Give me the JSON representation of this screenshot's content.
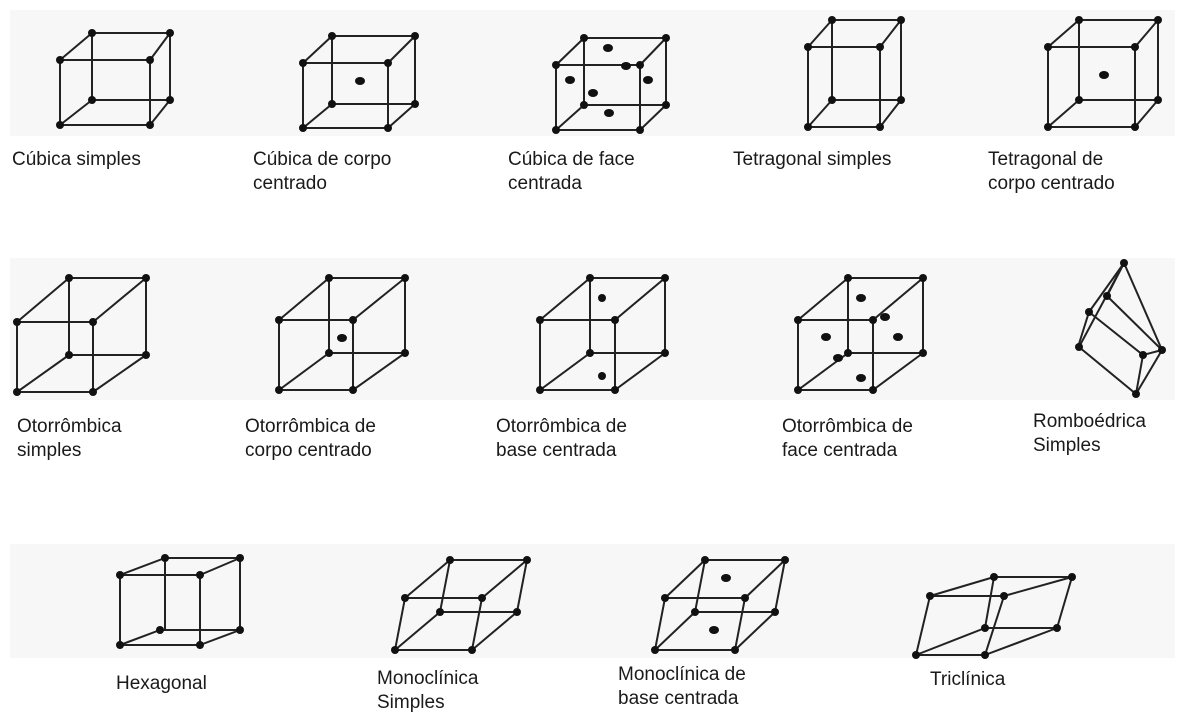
{
  "lattices": [
    {
      "id": "cubic-simple",
      "label": [
        "Cúbica simples"
      ]
    },
    {
      "id": "cubic-body-centered",
      "label": [
        "Cúbica de corpo",
        "centrado"
      ]
    },
    {
      "id": "cubic-face-centered",
      "label": [
        "Cúbica de face",
        "centrada"
      ]
    },
    {
      "id": "tetragonal-simple",
      "label": [
        "Tetragonal simples"
      ]
    },
    {
      "id": "tetragonal-body-centered",
      "label": [
        "Tetragonal de",
        "corpo centrado"
      ]
    },
    {
      "id": "orthorhombic-simple",
      "label": [
        "Otorrômbica",
        "simples"
      ]
    },
    {
      "id": "orthorhombic-body-centered",
      "label": [
        "Otorrômbica de",
        "corpo centrado"
      ]
    },
    {
      "id": "orthorhombic-base-centered",
      "label": [
        "Otorrômbica de",
        "base centrada"
      ]
    },
    {
      "id": "orthorhombic-face-centered",
      "label": [
        "Otorrômbica de",
        "face centrada"
      ]
    },
    {
      "id": "rhombohedral-simple",
      "label": [
        "Romboédrica",
        "Simples"
      ]
    },
    {
      "id": "hexagonal",
      "label": [
        "Hexagonal"
      ]
    },
    {
      "id": "monoclinic-simple",
      "label": [
        "Monoclínica",
        "Simples"
      ]
    },
    {
      "id": "monoclinic-base-centered",
      "label": [
        "Monoclínica de",
        "base centrada"
      ]
    },
    {
      "id": "triclinic",
      "label": [
        "Triclínica"
      ]
    }
  ]
}
